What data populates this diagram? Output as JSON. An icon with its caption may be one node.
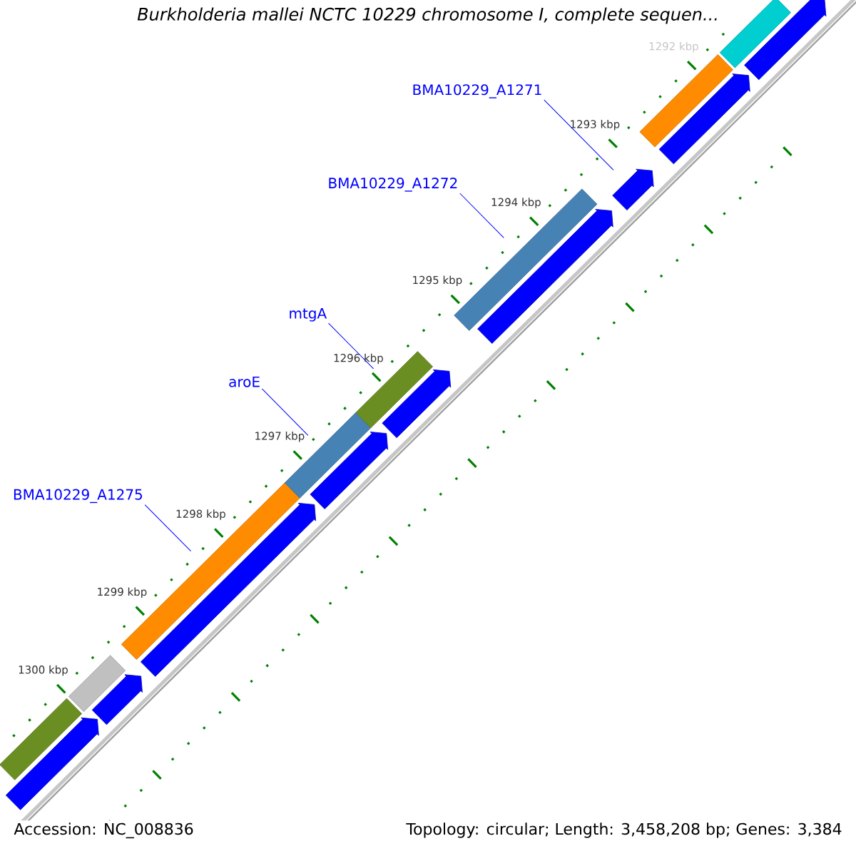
{
  "diagram": {
    "title": "Burkholderia mallei NCTC 10229 chromosome I, complete sequen...",
    "nodes": [
      {
        "text": [
          "BMA10229_A1271"
        ]
      },
      {
        "text": [
          "BMA10229_A1272"
        ]
      },
      {
        "text": [
          "mtgA"
        ]
      },
      {
        "text": [
          "aroE"
        ]
      },
      {
        "text": [
          "BMA10229_A1275"
        ]
      },
      {
        "text": [],
        "shape": "bar"
      },
      {
        "text": [],
        "shape": "bar"
      },
      {
        "text": [],
        "shape": "bar"
      },
      {
        "text": [],
        "shape": "bar"
      },
      {
        "text": [],
        "shape": "bar"
      },
      {
        "text": [],
        "shape": "bar"
      },
      {
        "text": [],
        "shape": "bar"
      },
      {
        "text": [],
        "shape": "bar"
      },
      {
        "text": [],
        "shape": "arrow"
      },
      {
        "text": [],
        "shape": "arrow"
      },
      {
        "text": [],
        "shape": "arrow"
      },
      {
        "text": [],
        "shape": "arrow"
      },
      {
        "text": [],
        "shape": "arrow"
      },
      {
        "text": [],
        "shape": "arrow"
      },
      {
        "text": [],
        "shape": "arrow"
      },
      {
        "text": [],
        "shape": "arrow"
      },
      {
        "text": [],
        "shape": "arrow"
      }
    ],
    "edges": [
      {
        "from": 0,
        "to": 19,
        "arrow": "none"
      },
      {
        "from": 1,
        "to": 10,
        "arrow": "none"
      },
      {
        "from": 2,
        "to": 9,
        "arrow": "none"
      },
      {
        "from": 3,
        "to": 8,
        "arrow": "none"
      },
      {
        "from": 4,
        "to": 7,
        "arrow": "none"
      }
    ],
    "labels": [
      "1292 kbp",
      "1293 kbp",
      "1294 kbp",
      "1295 kbp",
      "1296 kbp",
      "1297 kbp",
      "1298 kbp",
      "1299 kbp",
      "1300 kbp",
      "Accession: NC_008836",
      "Topology: circular; Length: 3,458,208 bp; Genes: 3,384"
    ]
  }
}
